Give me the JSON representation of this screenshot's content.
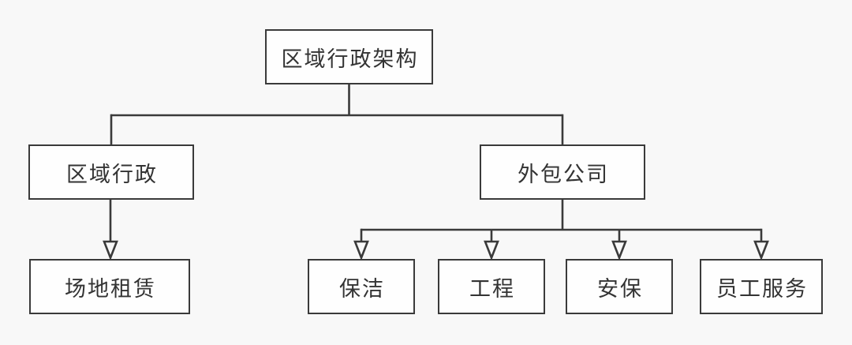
{
  "diagram": {
    "type": "org-chart",
    "colors": {
      "background": "#f8f8f8",
      "box_fill": "#fefefe",
      "line_color": "#3a3a3a",
      "text_color": "#333333"
    },
    "nodes": {
      "root": {
        "label": "区域行政架构"
      },
      "regional_admin": {
        "label": "区域行政"
      },
      "outsourcing": {
        "label": "外包公司"
      },
      "site_leasing": {
        "label": "场地租赁"
      },
      "cleaning": {
        "label": "保洁"
      },
      "engineering": {
        "label": "工程"
      },
      "security": {
        "label": "安保"
      },
      "staff_services": {
        "label": "员工服务"
      }
    },
    "edges": [
      {
        "from": "root",
        "to": "regional_admin",
        "arrowhead": false
      },
      {
        "from": "root",
        "to": "outsourcing",
        "arrowhead": false
      },
      {
        "from": "regional_admin",
        "to": "site_leasing",
        "arrowhead": true
      },
      {
        "from": "outsourcing",
        "to": "cleaning",
        "arrowhead": true
      },
      {
        "from": "outsourcing",
        "to": "engineering",
        "arrowhead": true
      },
      {
        "from": "outsourcing",
        "to": "security",
        "arrowhead": true
      },
      {
        "from": "outsourcing",
        "to": "staff_services",
        "arrowhead": true
      }
    ]
  }
}
